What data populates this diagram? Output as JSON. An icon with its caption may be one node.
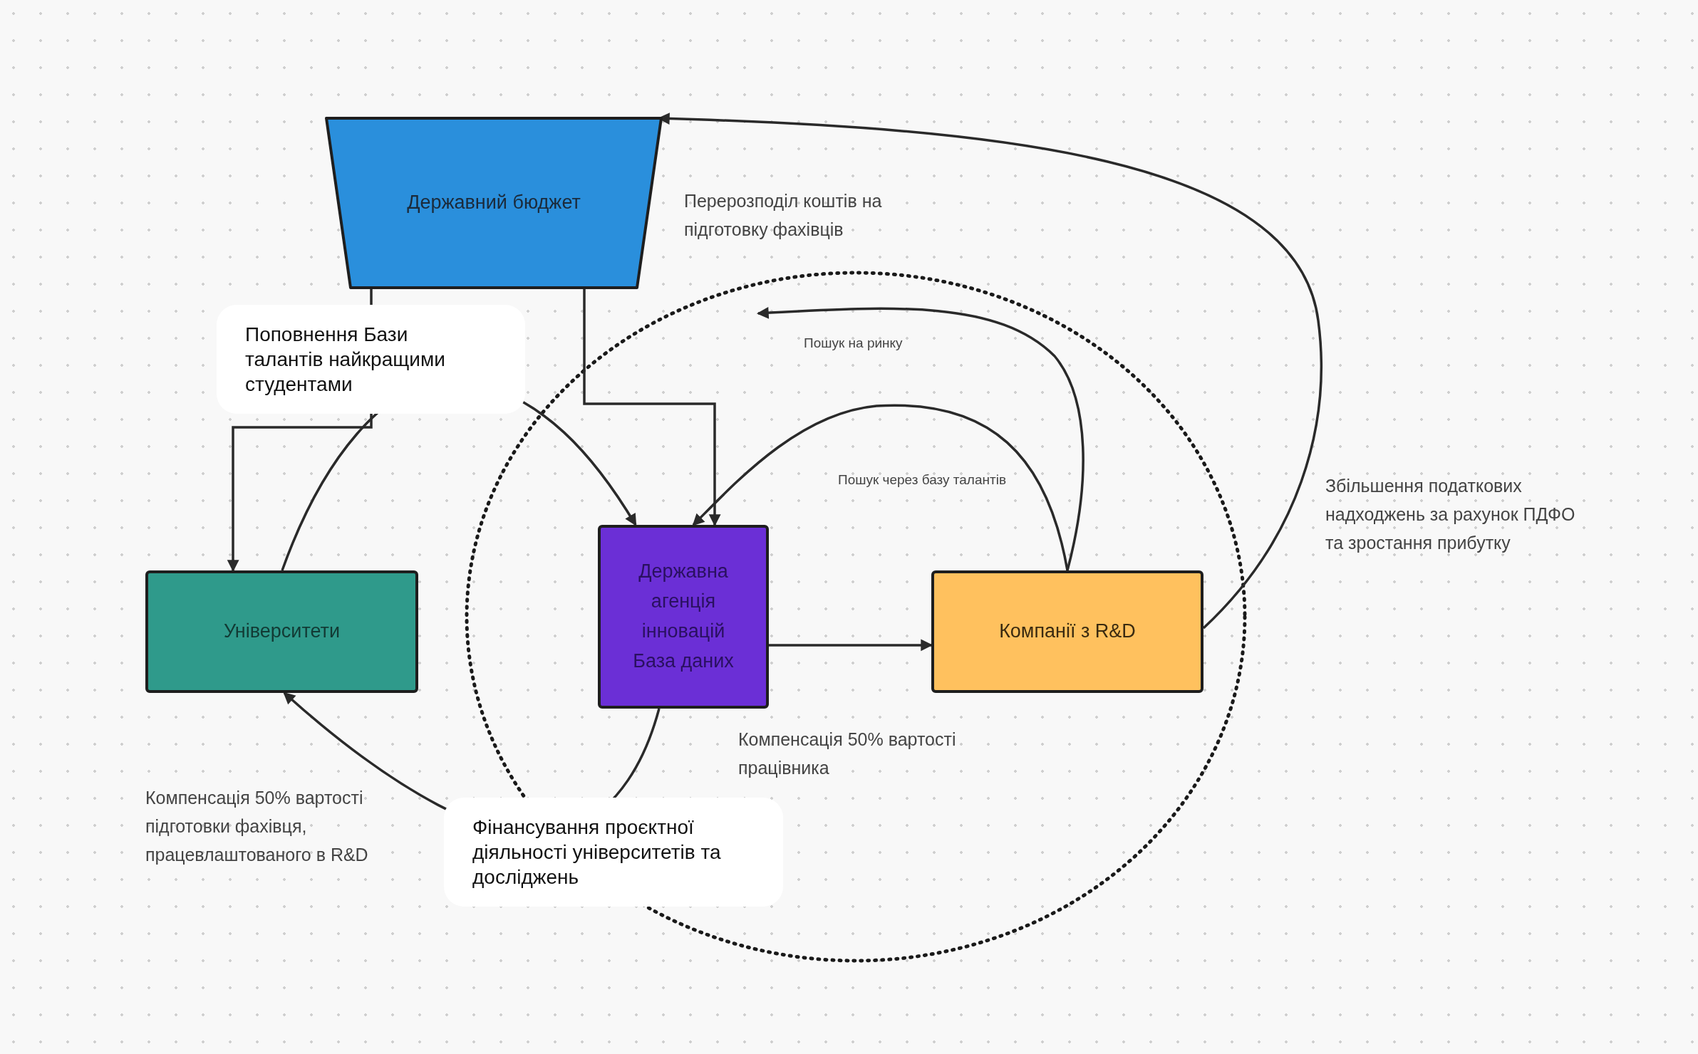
{
  "diagram": {
    "nodes": [
      {
        "text": [
          "Державний бюджет"
        ]
      },
      {
        "text": [
          "Університети"
        ]
      },
      {
        "text": [
          "Державна агенція інновацій База даних"
        ]
      },
      {
        "text": [
          "Компанії з R&D"
        ]
      }
    ],
    "edges": [
      {
        "from": 0,
        "to": 1,
        "arrow": "to"
      },
      {
        "from": 0,
        "to": 2,
        "arrow": "to"
      },
      {
        "from": 1,
        "to": 2,
        "arrow": "to",
        "label": "Поповнення Бази талантів найкращими студентами"
      },
      {
        "from": 2,
        "to": 3,
        "arrow": "to"
      },
      {
        "from": 3,
        "to": 2,
        "arrow": "to",
        "label": "Пошук через базу талантів"
      },
      {
        "from": 3,
        "to": null,
        "arrow": "to",
        "label": "Пошук на ринку"
      },
      {
        "from": 3,
        "to": 0,
        "arrow": "to",
        "label": "Збільшення податкових надходжень за рахунок ПДФО та зростання прибутку"
      },
      {
        "from": 2,
        "to": 1,
        "arrow": "to",
        "label": "Фінансування проєктної діяльності університетів та досліджень"
      }
    ],
    "labels": [
      "Перерозподіл коштів на підготовку фахівців",
      "Компенсація 50% вартості працівника",
      "Компенсація 50% вартості  підготовки фахівця, працевлаштованого в R&D"
    ]
  }
}
